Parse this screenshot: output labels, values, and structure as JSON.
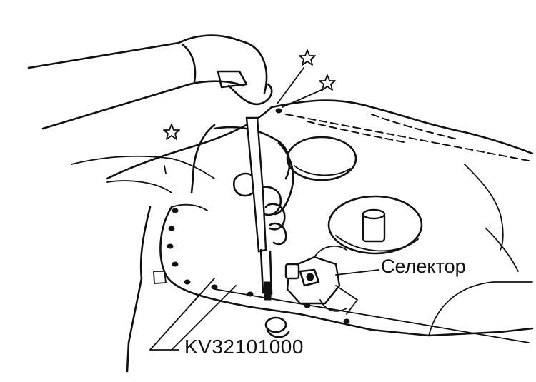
{
  "labels": {
    "selector": "Селектор",
    "tool_code": "KV32101000"
  },
  "symbols": {
    "star": "star-marker"
  },
  "colors": {
    "ink": "#111111",
    "paper": "#ffffff"
  }
}
